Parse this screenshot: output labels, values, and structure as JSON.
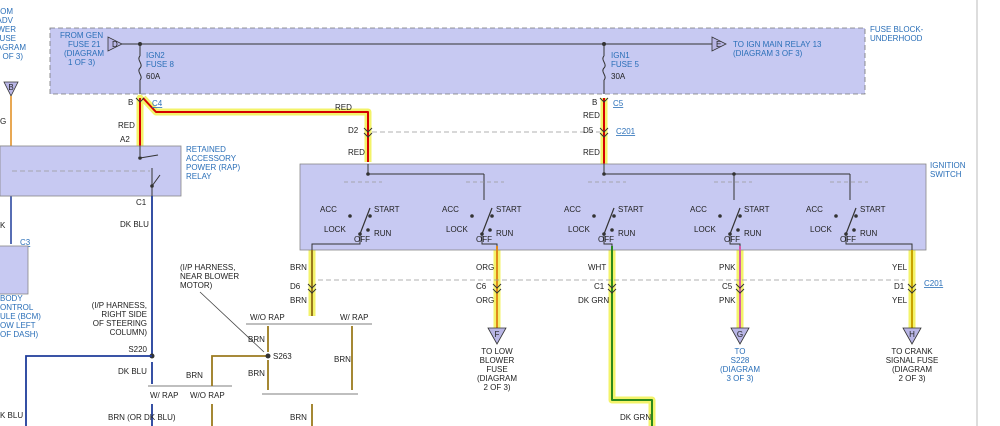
{
  "left_panel": {
    "from_lines": [
      "FROM",
      "NADV",
      "OWER",
      "S FUSE",
      "AGRAM",
      "OF 3)"
    ],
    "connector_b": "B",
    "g_label": "G",
    "k_label": "K",
    "c3": "C3",
    "bcm_lines": [
      "BODY",
      "ONTROL",
      "ULE (BCM)",
      "OW LEFT",
      "OF DASH)"
    ],
    "k_blu": "K BLU"
  },
  "fuse_block": {
    "name_lines": [
      "FUSE BLOCK-",
      "UNDERHOOD"
    ],
    "from_gen_lines": [
      "FROM GEN",
      "FUSE 21",
      "(DIAGRAM",
      "1 OF 3)"
    ],
    "connector_d": "D",
    "ign2_lines": [
      "IGN2",
      "FUSE 8",
      "60A"
    ],
    "ign1_lines": [
      "IGN1",
      "FUSE 5",
      "30A"
    ],
    "connector_e": "E",
    "to_ign_lines": [
      "TO IGN MAIN RELAY 13",
      "(DIAGRAM 3 OF 3)"
    ],
    "pin_b_left": "B",
    "conn_c4": "C4",
    "pin_b_right": "B",
    "conn_c5": "C5"
  },
  "rap_relay": {
    "name_lines": [
      "RETAINED",
      "ACCESSORY",
      "POWER (RAP)",
      "RELAY"
    ],
    "red_label": "RED",
    "pin_a2": "A2",
    "pin_c1": "C1",
    "dk_blu": "DK BLU"
  },
  "wires_top": {
    "red_top": "RED",
    "pin_d2": "D2",
    "red_mid": "RED",
    "red_c5": "RED",
    "pin_d5": "D5",
    "conn_c201": "C201",
    "red_lower": "RED"
  },
  "ignition_switch": {
    "name_lines": [
      "IGNITION",
      "SWITCH"
    ],
    "positions": {
      "acc": "ACC",
      "start": "START",
      "lock": "LOCK",
      "off": "OFF",
      "run": "RUN"
    }
  },
  "outputs": {
    "brn_top": "BRN",
    "pin_d6": "D6",
    "brn_bottom": "BRN",
    "org_top": "ORG",
    "pin_c6": "C6",
    "org_bottom": "ORG",
    "conn_f": "F",
    "to_low_lines": [
      "TO LOW",
      "BLOWER",
      "FUSE",
      "(DIAGRAM",
      "2 OF 3)"
    ],
    "wht_top": "WHT",
    "pin_c1b": "C1",
    "dk_grn": "DK GRN",
    "dk_grn_bottom": "DK GRN",
    "pnk_top": "PNK",
    "pin_c5b": "C5",
    "pnk_bottom": "PNK",
    "conn_g": "G",
    "to_s228_lines": [
      "TO",
      "S228",
      "(DIAGRAM",
      "3 OF 3)"
    ],
    "yel_top": "YEL",
    "pin_d1": "D1",
    "conn_c201b": "C201",
    "yel_bottom": "YEL",
    "conn_h": "H",
    "to_crank_lines": [
      "TO CRANK",
      "SIGNAL FUSE",
      "(DIAGRAM",
      "2 OF 3)"
    ]
  },
  "harness": {
    "ip_steering_lines": [
      "(I/P HARNESS,",
      "RIGHT SIDE",
      "OF STEERING",
      "COLUMN)"
    ],
    "s220": "S220",
    "dk_blu_lower": "DK BLU",
    "ip_blower_lines": [
      "(I/P HARNESS,",
      "NEAR BLOWER",
      "MOTOR)"
    ],
    "wo_rap_top": "W/O RAP",
    "w_rap_top": "W/ RAP",
    "brn_s263_top": "BRN",
    "s263": "S263",
    "brn_s263_bottom": "BRN",
    "brn_right": "BRN",
    "brn_mid": "BRN",
    "w_rap_bottom": "W/ RAP",
    "wo_rap_bottom": "W/O RAP",
    "brn_or_dk_blu": "BRN (OR DK BLU)",
    "brn_final": "BRN"
  },
  "colors": {
    "box_fill": "#c7c9f2",
    "red_wire": "#d40000",
    "highlight": "#f3f36a",
    "blue_wire": "#1f3c9a",
    "brown_wire": "#9b7a1e",
    "green_wire": "#2c8a1c",
    "orange_wire": "#e08a1a",
    "connector_fill": "#b9b6e6"
  }
}
